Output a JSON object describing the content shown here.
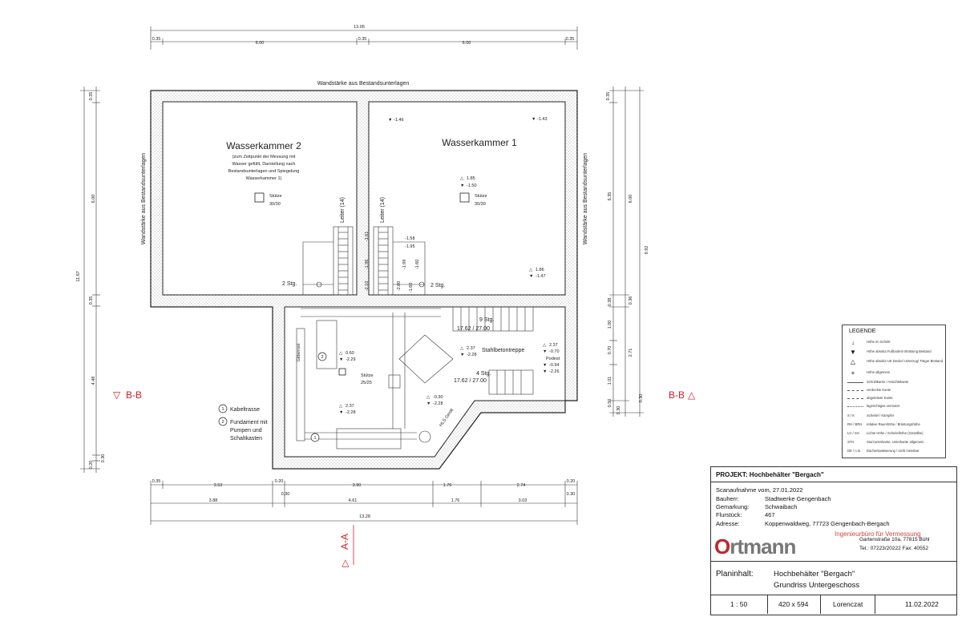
{
  "dims_top": {
    "overall": "13.05",
    "segments": [
      "0.35",
      "6.00",
      "0.35",
      "6.00",
      "0.35"
    ]
  },
  "dims_bottom": {
    "row1": [
      "0.35",
      "3.53",
      "0.20",
      "3.90",
      "1.76",
      "2.74",
      "0.20"
    ],
    "row1_small": [
      "0.30",
      "0.30"
    ],
    "row2": [
      "3.88",
      "4.61",
      "1.76",
      "3.03"
    ],
    "overall": "13.28"
  },
  "dims_left": {
    "overall": "11.67",
    "segments": [
      "0.35",
      "6.00",
      "0.35",
      "4.48",
      "0.20",
      "0.30"
    ]
  },
  "dims_right": {
    "outer": "9.92",
    "inner_a": [
      "0.35",
      "6.35",
      "0.38",
      "1.00",
      "0.70",
      "1.01",
      "0.50",
      "0.30"
    ],
    "inner_b": [
      "6.00",
      "0.36",
      "2.71",
      "0.30"
    ]
  },
  "wall_notes": {
    "top": "Wandstärke aus Bestandsunterlagen",
    "left": "Wandstärke aus Bestandsunterlagen",
    "right": "Wandstärke aus Bestandsunterlagen"
  },
  "rooms": {
    "wk2": {
      "title": "Wasserkammer 2",
      "note": [
        "(zum Zeitpunkt der Messung mit",
        "Wasser gefüllt, Darstellung nach",
        "Bestandsunterlagen und Spiegelung",
        "Wasserkammer 1)"
      ],
      "column": [
        "Stütze",
        "30/30"
      ]
    },
    "wk1": {
      "title": "Wasserkammer 1",
      "column": [
        "Stütze",
        "30/30"
      ]
    },
    "lower": {
      "column": [
        "Stütze",
        "25/25"
      ]
    }
  },
  "levels": {
    "wk1_tl": "-1.46",
    "wk1_tr": "-1.43",
    "wk1_c1": "1.85",
    "wk1_c2": "-1.50",
    "wk1_br1": "1.86",
    "wk1_br2": "-1.47",
    "l1": "-1.61",
    "l2": "-1.96",
    "l3": "-2.10",
    "l4": "-1.58",
    "l5": "-1.95",
    "l6": "-1.99",
    "l7": "-1.60",
    "l8": "-2.00",
    "l9": "-1.60",
    "lw1": "0.60",
    "lw2": "-2.29",
    "lw3": "2.37",
    "lw4": "-2.28",
    "lm1": "2.37",
    "lm2": "-2.28",
    "lm3": "-0.30",
    "lm4": "-2.28",
    "lr1": "2.37",
    "lr2": "-0.70",
    "lr3": "Podest",
    "lr4": "-0.94",
    "lr5": "-2.26"
  },
  "ladder_labels": [
    "Leiter (14)",
    "Leiter (14)"
  ],
  "steps": {
    "left": "2 Stg.",
    "right": "2 Stg.",
    "upper": "9 Stg.",
    "upper_ratio": "17.62 / 27.00",
    "lower": "4 Stg.",
    "lower_ratio": "17.62 / 27.00"
  },
  "labels": {
    "stair": "Stahlbetontreppe",
    "grate": "Gitterrost",
    "hls": "HLS Gerät",
    "key1_num": "1",
    "key1": "Kabeltrasse",
    "key2_num": "2",
    "key2": [
      "Fundament mit",
      "Pumpen und",
      "Schaltkasten"
    ],
    "marker1": "1",
    "marker2": "2"
  },
  "section_marks": {
    "bb_left": "B-B",
    "bb_right": "B-B",
    "aa": "A-A"
  },
  "legend": {
    "title": "LEGENDE",
    "items": [
      "Höhe im Schnitt",
      "Höhe absolut Fußboden/ Brüstung Bestand",
      "Höhe absolut UK Decke/ Unterzug/ Träger Bestand",
      "Höhe allgemein",
      "Schnittkante / Ansichtskante",
      "verdeckte Kante",
      "abgeleitete Kante",
      "lagerichtiges vermutet",
      "Scheitel / Kämpfer",
      "relative Raumhöhe / Brüstungshöhe",
      "Lichte Höhe / Scheitelhöhe (Gewölbe)",
      "Sturzunterkante, Unterkante allgemein",
      "Dachentwässerung / nicht messbar"
    ],
    "codes": [
      "S / K",
      "RH / BRH",
      "LH / SH",
      "STH",
      "DE / n.m."
    ]
  },
  "title_block": {
    "project": "PROJEKT: Hochbehälter \"Bergach\"",
    "scan": "Scanaufnahme vom, 27.01.2022",
    "rows": [
      {
        "k": "Bauherr:",
        "v": "Stadtwerke Gengenbach"
      },
      {
        "k": "Gemarkung:",
        "v": "Schwaibach"
      },
      {
        "k": "Flurstück:",
        "v": "467"
      },
      {
        "k": "Adresse:",
        "v": "Koppenwaldweg, 77723 Gengenbach-Bergach"
      }
    ],
    "firm_sub": "Ingenieurbüro für Vermessung",
    "logo_o": "O",
    "logo_rest": "rtmann",
    "address": "Gartenstraße 10a, 77815 Bühl",
    "phone": "Tel.: 07223/20222    Fax: 40552",
    "planinhalt_label": "Planinhalt:",
    "planinhalt": [
      "Hochbehälter \"Bergach\"",
      "Grundriss Untergeschoss"
    ],
    "scale": "1 : 50",
    "format": "420 x 594",
    "author": "Lorenczat",
    "date": "11.02.2022"
  }
}
